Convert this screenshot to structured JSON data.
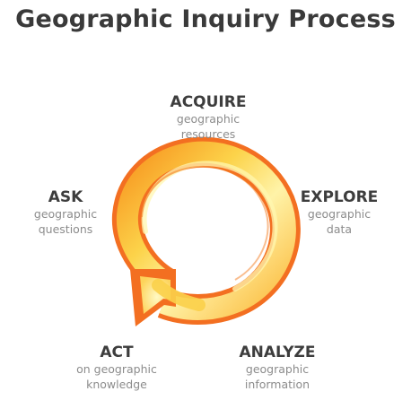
{
  "title": "Geographic Inquiry Process",
  "steps": {
    "acquire": {
      "name": "ACQUIRE",
      "line1": "geographic",
      "line2": "resources"
    },
    "ask": {
      "name": "ASK",
      "line1": "geographic",
      "line2": "questions"
    },
    "explore": {
      "name": "EXPLORE",
      "line1": "geographic",
      "line2": "data"
    },
    "act": {
      "name": "ACT",
      "line1": "on geographic",
      "line2": "knowledge"
    },
    "analyze": {
      "name": "ANALYZE",
      "line1": "geographic",
      "line2": "information"
    }
  },
  "colors": {
    "arrow_outline": "#f36f21",
    "arrow_highlight": "#fff9c4",
    "arrow_mid": "#fcd34a",
    "arrow_deep": "#f7931e",
    "title": "#3a3a3a",
    "step_name": "#3d3d3d",
    "step_desc": "#8c8c8c"
  }
}
